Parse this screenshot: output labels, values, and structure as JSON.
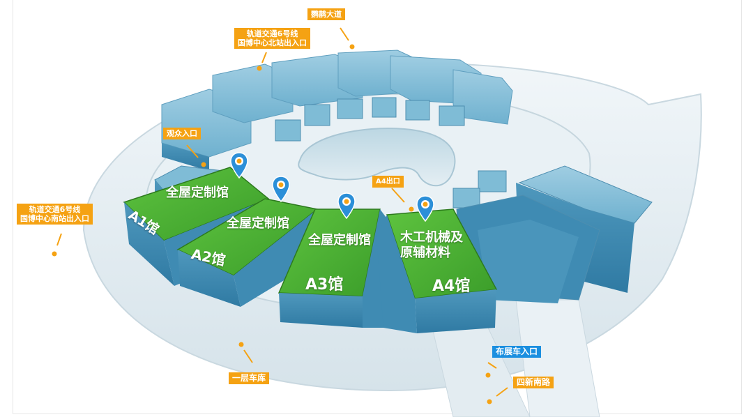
{
  "colors": {
    "tag_orange": "#f5a213",
    "tag_blue": "#1b8fe0",
    "hall_green": "#4cae36",
    "building_blue": "#5aa3c4",
    "ring_gray": "#dfe9ef",
    "pin_blue": "#2b8fd8",
    "arrow_orange": "#f5a213"
  },
  "labels": {
    "yingque_road": "鹦鹊大道",
    "metro_north": [
      "轨道交通6号线",
      "国博中心北站出入口"
    ],
    "visitor_entrance": "观众入口",
    "metro_south": [
      "轨道交通6号线",
      "国博中心南站出入口"
    ],
    "a4_exit": "A4出口",
    "garage": "一层车库",
    "truck_entrance": "布展车入口",
    "sixin_south_road": "四新南路"
  },
  "halls": [
    {
      "id": "A1",
      "category": "全屋定制馆",
      "name": "A1馆"
    },
    {
      "id": "A2",
      "category": "全屋定制馆",
      "name": "A2馆"
    },
    {
      "id": "A3",
      "category": "全屋定制馆",
      "name": "A3馆"
    },
    {
      "id": "A4",
      "category": [
        "木工机械及",
        "原辅材料"
      ],
      "name": "A4馆"
    }
  ],
  "icons": [
    "location-pin-icon",
    "arrow-icon"
  ]
}
